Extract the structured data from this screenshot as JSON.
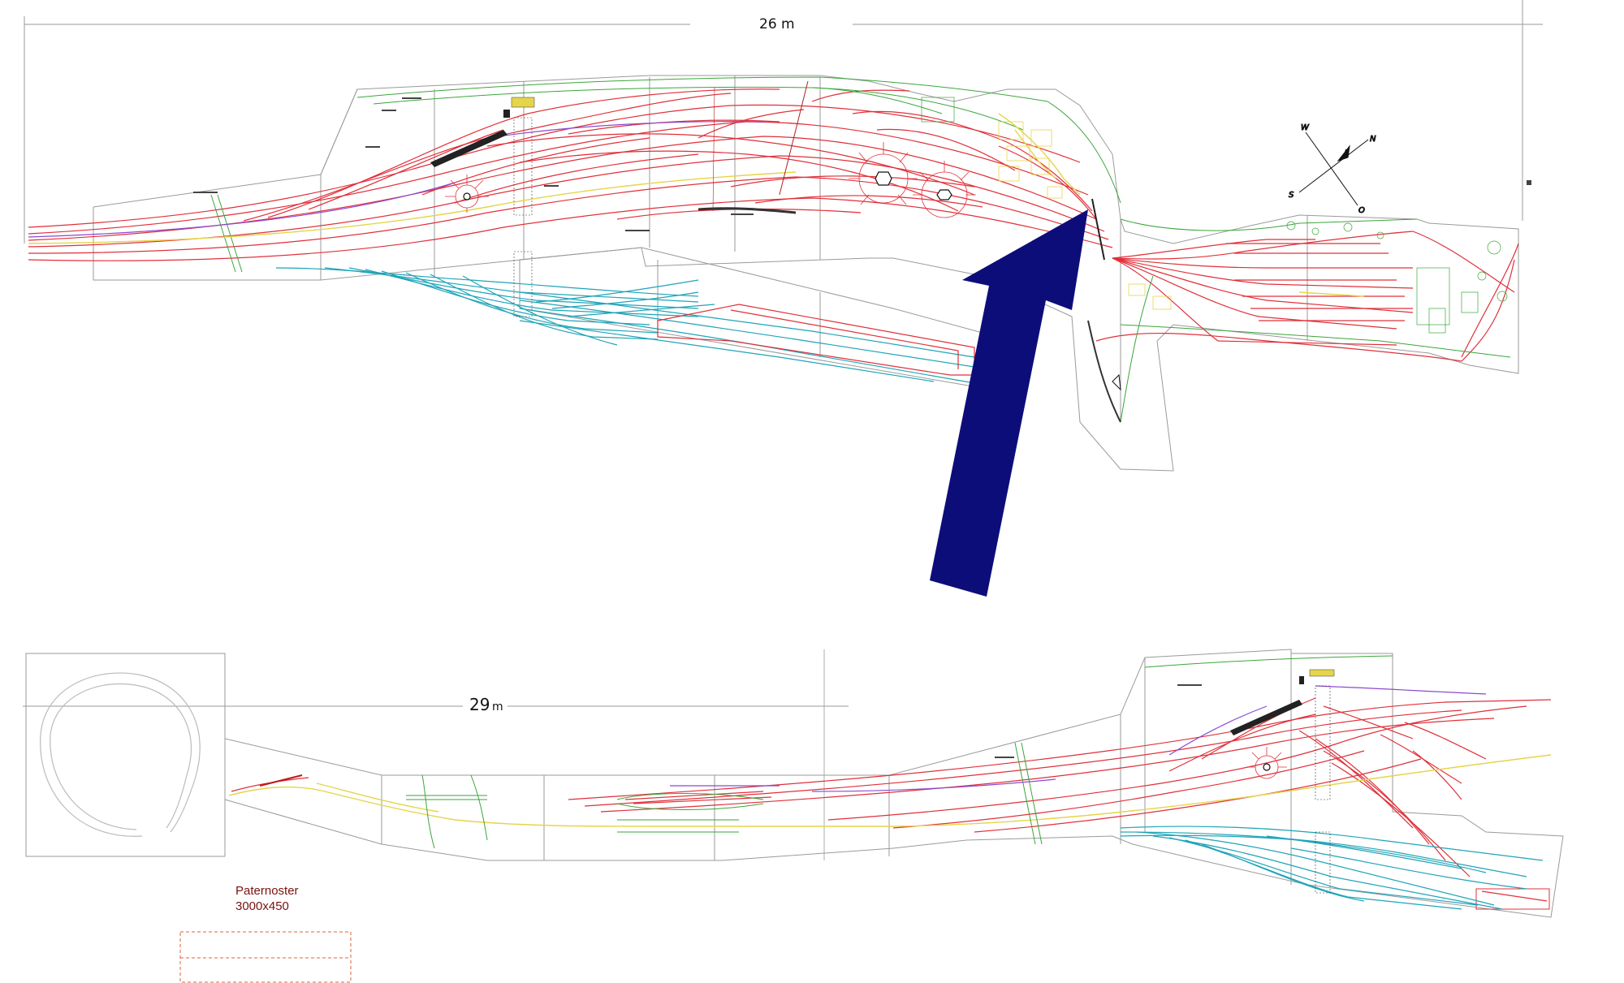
{
  "top_layout": {
    "dimension_label": "26 m"
  },
  "bottom_layout": {
    "dimension_label_number": "29",
    "dimension_label_unit": "m"
  },
  "compass": {
    "north": "N",
    "west": "W",
    "south": "S",
    "east": "O"
  },
  "paternoster": {
    "title": "Paternoster",
    "size": "3000x450"
  },
  "colors": {
    "main_tracks": "#e0303a",
    "storage_tracks": "#1ea4b8",
    "outline": "#9a9a9a",
    "green_tracks": "#3aa63a",
    "yellow_tracks": "#e6d44a",
    "purple_tracks": "#8a4ad0",
    "arrow": "#0d0d7a",
    "paternoster_box": "#e0603a"
  }
}
